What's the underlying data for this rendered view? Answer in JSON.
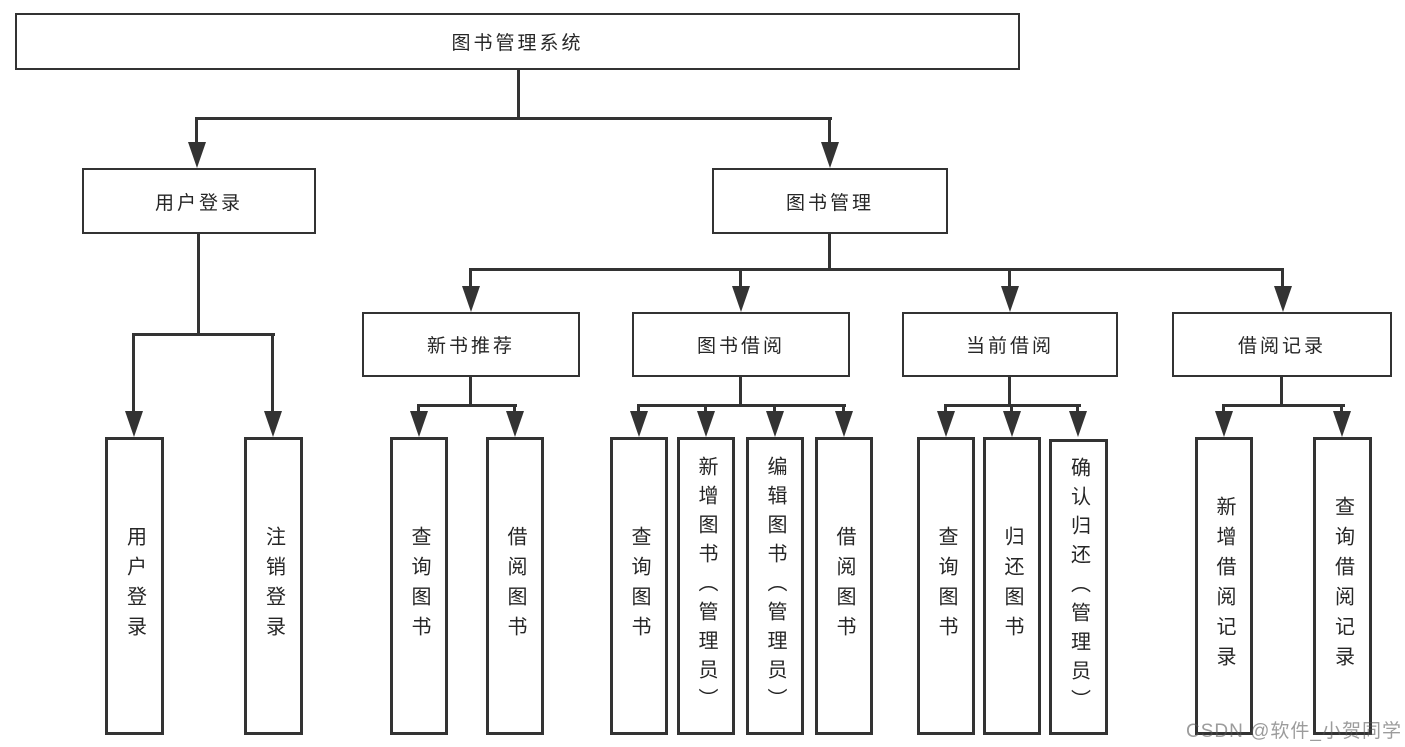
{
  "diagram": {
    "title": "图书管理系统",
    "root": {
      "label": "图书管理系统"
    },
    "user_login": {
      "label": "用户登录",
      "children": {
        "login": {
          "label": "用户登录"
        },
        "logout": {
          "label": "注销登录"
        }
      }
    },
    "book_mgmt": {
      "label": "图书管理",
      "sections": {
        "new_book_rec": {
          "label": "新书推荐",
          "children": {
            "query": {
              "label": "查询图书"
            },
            "borrow": {
              "label": "借阅图书"
            }
          }
        },
        "book_borrow": {
          "label": "图书借阅",
          "children": {
            "query": {
              "label": "查询图书"
            },
            "add": {
              "label": "新增图书（管理员）"
            },
            "edit": {
              "label": "编辑图书（管理员）"
            },
            "borrow": {
              "label": "借阅图书"
            }
          }
        },
        "current_borrow": {
          "label": "当前借阅",
          "children": {
            "query": {
              "label": "查询图书"
            },
            "return": {
              "label": "归还图书"
            },
            "confirm": {
              "label": "确认归还（管理员）"
            }
          }
        },
        "borrow_records": {
          "label": "借阅记录",
          "children": {
            "add": {
              "label": "新增借阅记录"
            },
            "query": {
              "label": "查询借阅记录"
            }
          }
        }
      }
    }
  },
  "watermark": {
    "text": "CSDN @软件_小贺同学"
  },
  "colors": {
    "line": "#333333",
    "text": "#262626",
    "background": "#ffffff",
    "watermark": "#999999"
  }
}
